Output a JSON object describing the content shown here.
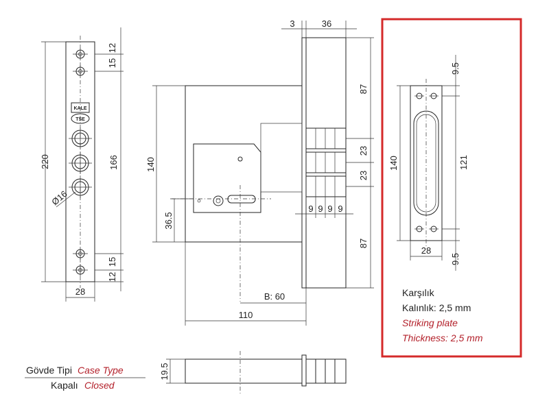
{
  "front_view": {
    "height_total": "220",
    "height_inner": "166",
    "width": "28",
    "hole_diameter": "Ø16",
    "top_dims": [
      "12",
      "15"
    ],
    "bottom_dims": [
      "15",
      "12"
    ],
    "logo_top": "KALE",
    "logo_bottom": "TSE"
  },
  "side_view": {
    "top_a": "3",
    "top_b": "36",
    "height": "140",
    "offset": "36.5",
    "right_dims": [
      "87",
      "23",
      "23",
      "87"
    ],
    "bolt_widths": [
      "9",
      "9",
      "9",
      "9"
    ],
    "backset": "B: 60",
    "depth": "110"
  },
  "striking_plate": {
    "height": "140",
    "inner": "121",
    "width": "28",
    "top_margin": "9.5",
    "bottom_margin": "9.5",
    "label_tr": "Karşılık",
    "thickness_tr": "Kalınlık: 2,5 mm",
    "label_en": "Striking plate",
    "thickness_en": "Thickness: 2,5 mm",
    "highlight_color": "#d42a2a"
  },
  "bottom_view": {
    "height": "19.5"
  },
  "legend": {
    "case_tr": "Gövde Tipi",
    "case_en": "Case Type",
    "kind_tr": "Kapalı",
    "kind_en": "Closed"
  }
}
